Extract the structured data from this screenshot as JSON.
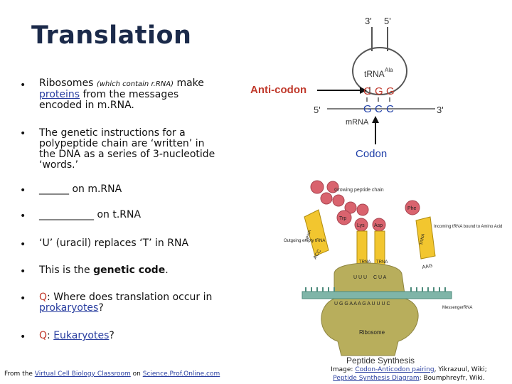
{
  "title": "Translation",
  "bullets": [
    {
      "pre": "Ribosomes ",
      "small": "(which contain r.RNA)",
      "post": " make ",
      "link": "proteins",
      "rest": " from the messages encoded in  m.RNA."
    },
    {
      "text": "The genetic instructions for a polypeptide chain are ‘written’ in the DNA as a series of   3-nucleotide ‘words.’"
    },
    {
      "text": "______ on m.RNA"
    },
    {
      "text": "___________ on t.RNA"
    },
    {
      "text": "‘U’ (uracil) replaces ‘T’ in RNA"
    },
    {
      "pre": "This is the ",
      "bold": "genetic code",
      "post": "."
    },
    {
      "q": "Q",
      "pre": ":  Where does translation occur in ",
      "link": "prokaryotes",
      "post": "?"
    },
    {
      "q": "Q",
      "pre": ": ",
      "link": "Eukaryotes",
      "post": "?"
    }
  ],
  "bullet_char": "•",
  "diagram": {
    "anticodon_label": "Anti-codon",
    "codon_label": "Codon",
    "three_prime_top": "3'",
    "five_prime_top": "5'",
    "trna_label": "tRNA",
    "trna_sup": "Ala",
    "anticodon_bases": [
      "C",
      "G",
      "G"
    ],
    "codon_bases": [
      "G",
      "C",
      "C"
    ],
    "five_prime_left": "5'",
    "three_prime_right": "3'",
    "mrna_label": "mRNA"
  },
  "peptide": {
    "growing_chain": "Growing peptide chain",
    "outgoing": "Outgoing empty tRNA",
    "incoming": "Incoming tRNA bound to Amino Acid",
    "trp": "Trp",
    "lys": "Lys",
    "asp": "Asp",
    "phe": "Phe",
    "trna": "TRNA",
    "acc": "ACC",
    "aag": "AAG",
    "uuu": "U U U",
    "cua": "C U A",
    "mrna_seq": "U G G A A A G A U U U C",
    "messenger": "MessengerRNA",
    "ribosome": "Ribosome",
    "caption": "Peptide Synthesis"
  },
  "footer_left": {
    "pre": "From the ",
    "link1": "Virtual Cell Biology Classroom",
    "mid": " on ",
    "link2": "Science.Prof.Online.com"
  },
  "footer_right": {
    "pre": "Image: ",
    "link1": "Codon-Anticodon pairing",
    "mid1": ", Yikrazuul, Wiki;",
    "link2": "Peptide Synthesis Diagram",
    "mid2": ": Boumphreyfr, Wiki."
  },
  "colors": {
    "accent_red": "#c0392b",
    "link_blue": "#2a3fa0",
    "trna_yellow": "#f2c62f",
    "ribosome": "#b8ae5c",
    "mrna_teal": "#7fb5a8"
  }
}
